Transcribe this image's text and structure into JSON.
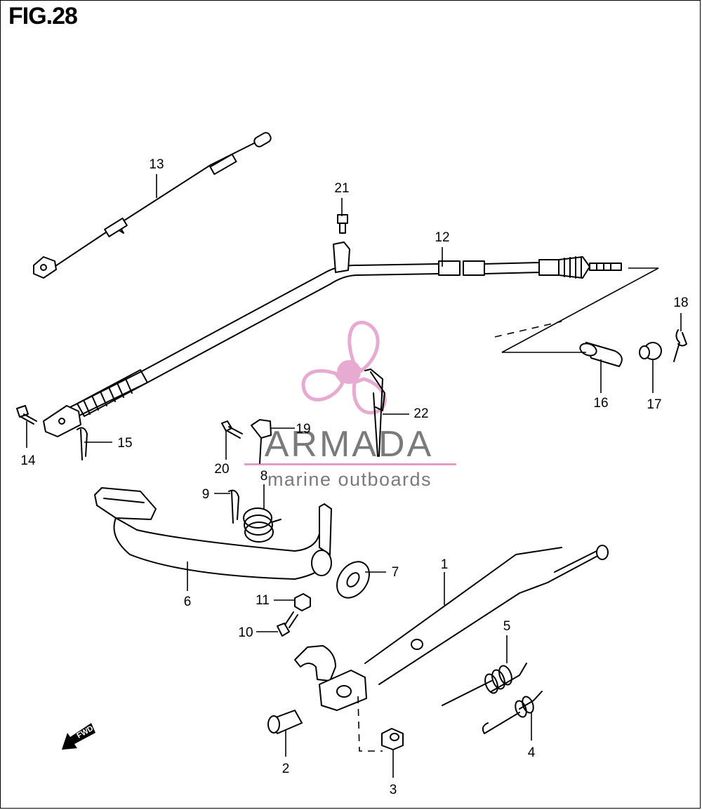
{
  "figure_title": "FIG.28",
  "fwd_label": "FWD",
  "watermark": {
    "brand": "ARMADA",
    "tagline": "marine outboards",
    "brand_color": "#8a8a8a",
    "accent_color": "#e39cc9"
  },
  "callouts": {
    "c1": "1",
    "c2": "2",
    "c3": "3",
    "c4": "4",
    "c5": "5",
    "c6": "6",
    "c7": "7",
    "c8": "8",
    "c9": "9",
    "c10": "10",
    "c11": "11",
    "c12": "12",
    "c13": "13",
    "c14": "14",
    "c15": "15",
    "c16": "16",
    "c17": "17",
    "c18": "18",
    "c19": "19",
    "c20": "20",
    "c21": "21",
    "c22": "22"
  }
}
